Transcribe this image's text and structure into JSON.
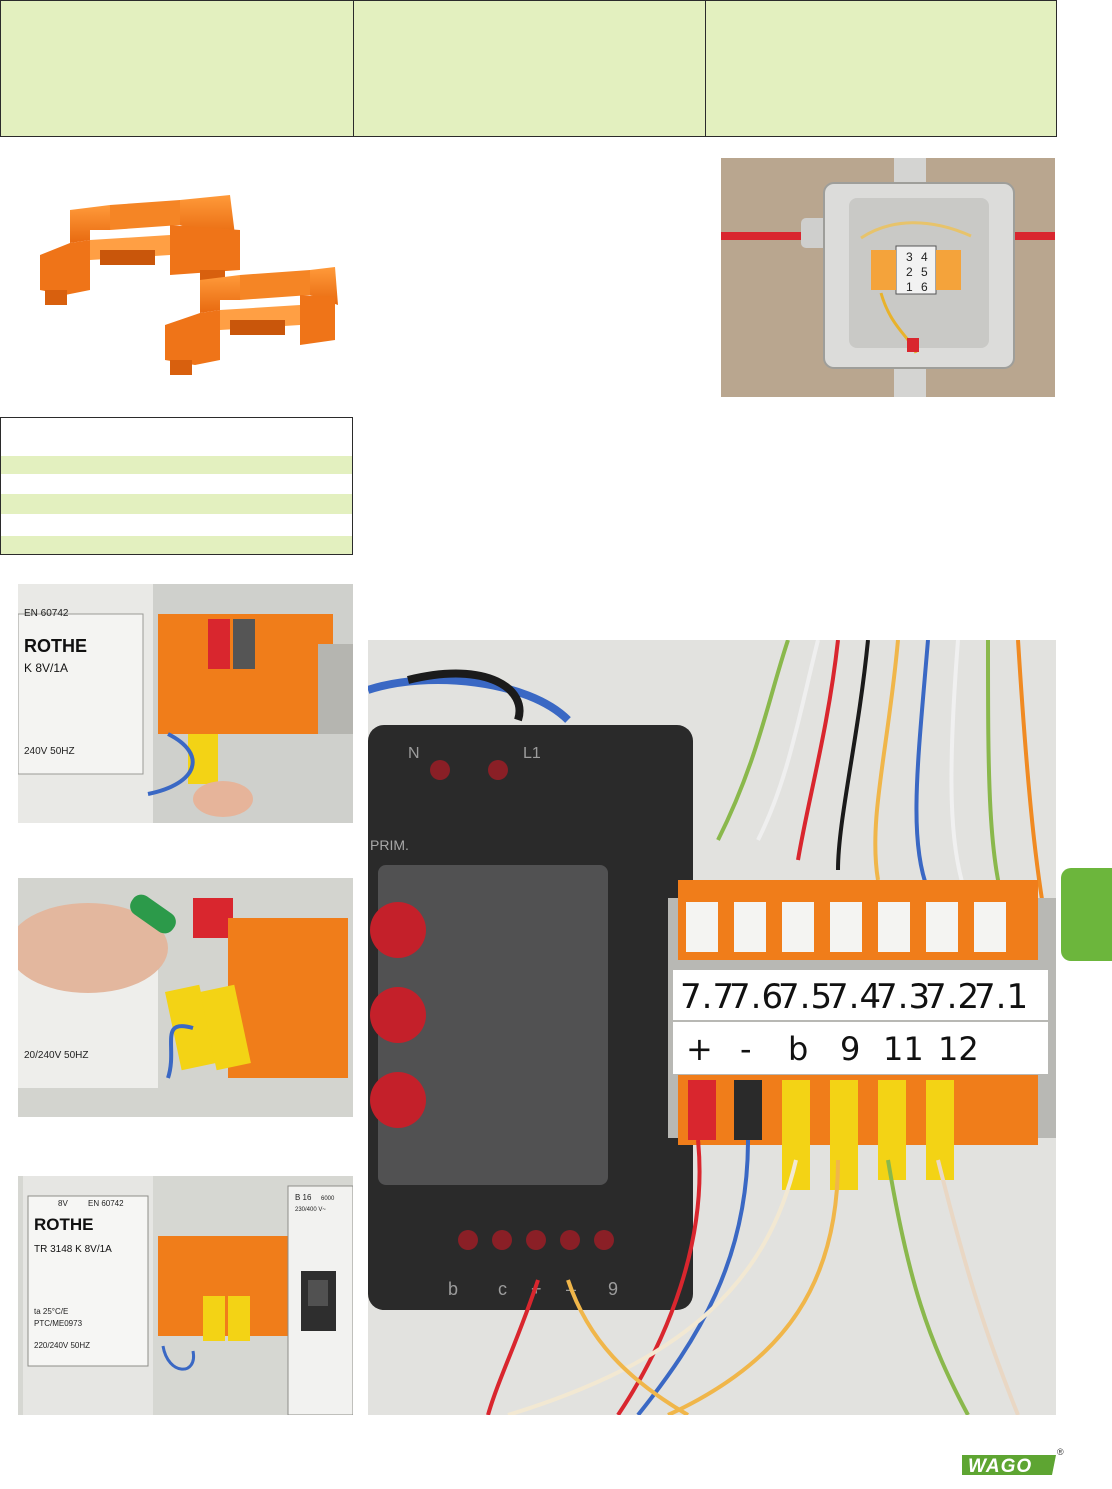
{
  "header": {
    "cells": [
      "",
      "",
      ""
    ]
  },
  "table": {
    "rows": [
      "",
      "",
      "",
      "",
      ""
    ]
  },
  "photos": {
    "end_stops": {},
    "junction_box": {
      "terminal_numbers": [
        "3",
        "4",
        "2",
        "5",
        "1",
        "6"
      ]
    },
    "transformer_1": {
      "norm": "EN 60742",
      "brand": "ROTHE",
      "model": "K 8V/1A",
      "voltage": "240V 50HZ"
    },
    "transformer_2": {
      "voltage": "20/240V 50HZ"
    },
    "transformer_3": {
      "volt_marker": "8V",
      "norm": "EN 60742",
      "brand": "ROTHE",
      "model": "TR 3148 K  8V/1A",
      "temp": "ta 25°C/E",
      "code": "PTC/ME0973",
      "voltage": "220/240V 50HZ",
      "breaker_rating": "B 16",
      "breaker_spec": "230/400 V~",
      "breaker_cap": "6000"
    },
    "main_panel": {
      "terminal_top": [
        "N",
        "L1"
      ],
      "prim_label": "PRIM.",
      "terminal_bottom": [
        "b",
        "c",
        "+",
        "–",
        "9"
      ],
      "marker_top": [
        "7.7",
        "7.6",
        "7.5",
        "7.4",
        "7.3",
        "7.2",
        "7.1"
      ],
      "marker_bottom": [
        "+",
        "-",
        "b",
        "9",
        "11",
        "12"
      ]
    }
  },
  "footer": {
    "logo": "WAGO",
    "registered": "®"
  },
  "colors": {
    "header_green": "#e3f0bf",
    "tab_green": "#6cb63c",
    "terminal_orange": "#f07d1a",
    "wago_green": "#5ea532"
  }
}
